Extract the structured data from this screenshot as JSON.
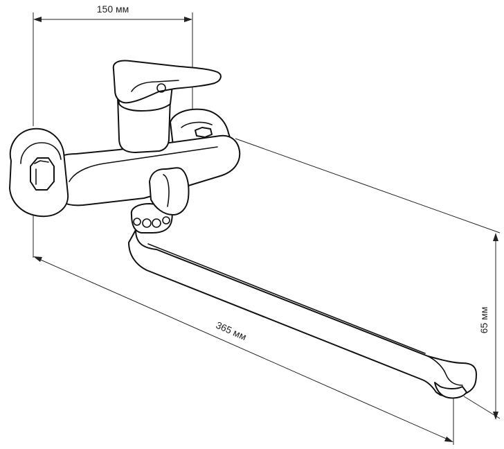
{
  "dimensions": {
    "width_label": "150 мм",
    "length_label": "365 мм",
    "height_label": "65 мм"
  },
  "colors": {
    "line": "#111111",
    "background": "#ffffff"
  }
}
